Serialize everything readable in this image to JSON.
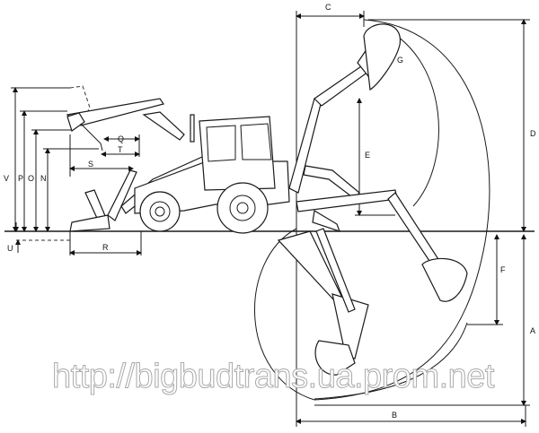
{
  "dimension_labels": {
    "A": "A",
    "B": "B",
    "C": "C",
    "D": "D",
    "E": "E",
    "F": "F",
    "G": "G",
    "N": "N",
    "O": "O",
    "P": "P",
    "Q": "Q",
    "R": "R",
    "S": "S",
    "T": "T",
    "U": "U",
    "V": "V"
  },
  "watermark": "http://bigbudtrans.ua.prom.net"
}
